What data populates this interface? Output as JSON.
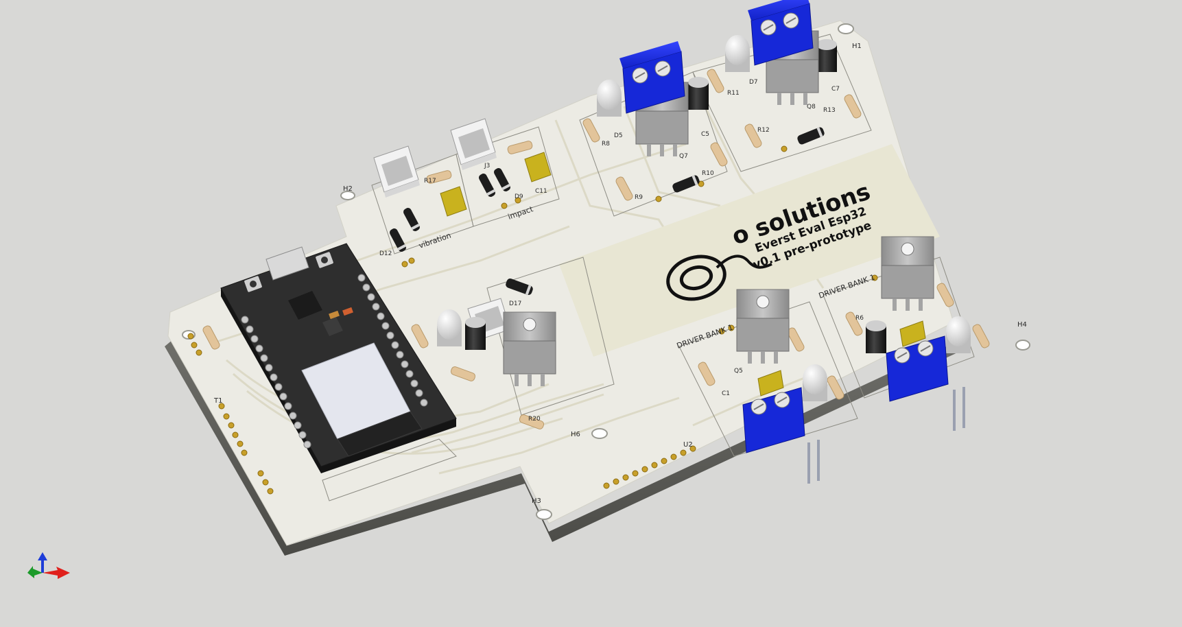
{
  "board": {
    "brand_title": "o solutions",
    "brand_line1": "Everst Eval Esp32",
    "brand_line2": "v0.1 pre-prototype"
  },
  "silkscreen": {
    "vibration": "vibration",
    "impact": "impact",
    "driver_bank_1": "DRIVER BANK 1",
    "driver_bank_2": "DRIVER BANK 1",
    "h1": "H1",
    "h2": "H2",
    "h3": "H3",
    "h4": "H4",
    "h6": "H6",
    "u2": "U2",
    "t1": "T1",
    "r8": "R8",
    "r9": "R9",
    "r10": "R10",
    "r11": "R11",
    "r12": "R12",
    "r13": "R13",
    "r20": "R20",
    "r6": "R6",
    "d5": "D5",
    "d7": "D7",
    "d9": "D9",
    "d12": "D12",
    "d17": "D17",
    "c5": "C5",
    "c7": "C7",
    "c11": "C11",
    "c1": "C1",
    "q5": "Q5",
    "q7": "Q7",
    "q8": "Q8",
    "r17": "R17",
    "j3": "J3"
  },
  "colors": {
    "background": "#d8d8d6",
    "board": "#ecebe4",
    "logo_area": "#e8e6d3",
    "terminal_blue": "#1a2ee0",
    "mcu_black": "#2b2b2b",
    "pad_gold": "#c8a02a"
  },
  "axis_gizmo": {
    "icon": "xyz-axis-icon"
  }
}
